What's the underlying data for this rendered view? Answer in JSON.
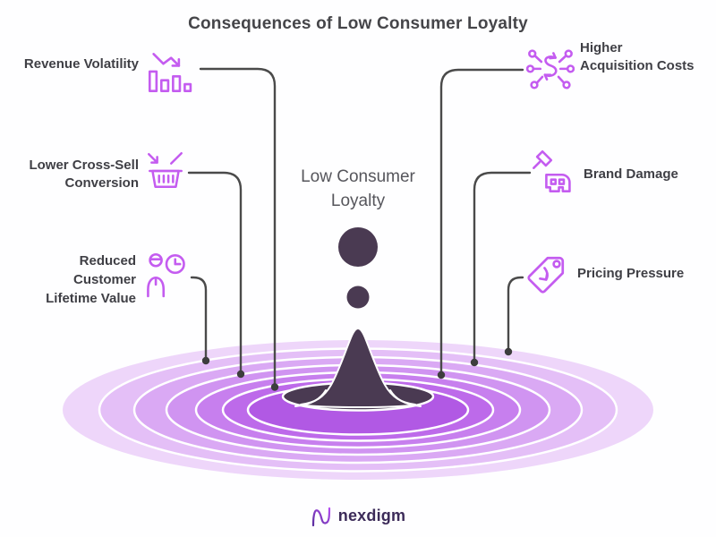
{
  "title": "Consequences of Low Consumer Loyalty",
  "center": {
    "label": "Low Consumer Loyalty"
  },
  "consequences": {
    "left": [
      {
        "label": "Revenue Volatility",
        "icon": "declining-bar-chart-icon"
      },
      {
        "label": "Lower Cross-Sell Conversion",
        "icon": "shopping-basket-arrow-icon"
      },
      {
        "label": "Reduced Customer Lifetime Value",
        "icon": "customer-clock-icon"
      }
    ],
    "right": [
      {
        "label": "Higher Acquisition Costs",
        "icon": "dollar-network-icon"
      },
      {
        "label": "Brand Damage",
        "icon": "hammer-brand-icon"
      },
      {
        "label": "Pricing Pressure",
        "icon": "price-tag-down-icon"
      }
    ]
  },
  "footer": {
    "brand": "nexdigm"
  },
  "colors": {
    "icon_accent": "#c45cf0",
    "connector_line": "#4a4a4a",
    "splash_dark": "#4a3a52",
    "ripple_outer": "#eed6fa",
    "ripple_inner": "#b159e4",
    "title_text": "#454549",
    "label_text": "#3f3f45",
    "center_text": "#56565c",
    "brand_text": "#3c2b59"
  }
}
